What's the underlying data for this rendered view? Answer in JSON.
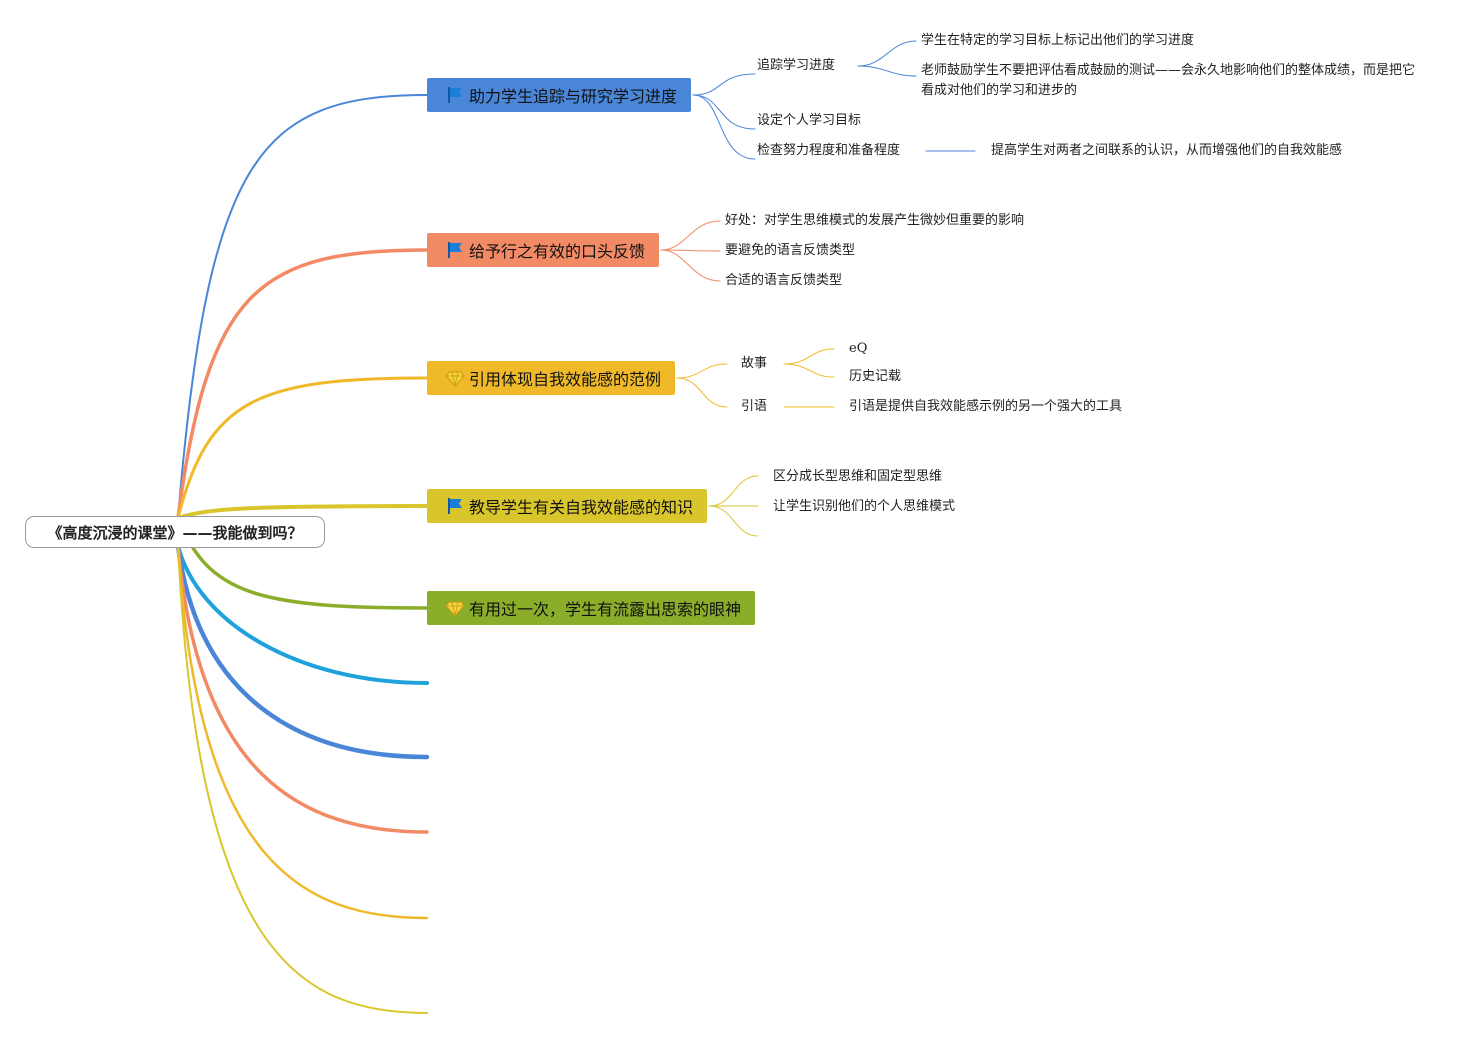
{
  "root": {
    "label": "《高度沉浸的课堂》——我能做到吗？"
  },
  "colors": {
    "blue": "#4a86d8",
    "orange": "#f28a66",
    "yellow": "#f0b92a",
    "olive_yellow": "#d9c52c",
    "green": "#8aad2a",
    "cyan": "#1fa2dc",
    "flag_blue": "#1a7fd8",
    "diamond_yellow": "#f7d13b"
  },
  "branches": [
    {
      "label": "助力学生追踪与研究学习进度",
      "icon": "flag-icon",
      "color": "#4a86d8",
      "children": [
        {
          "label": "追踪学习进度",
          "children": [
            {
              "label": "学生在特定的学习目标上标记出他们的学习进度"
            },
            {
              "label": "老师鼓励学生不要把评估看成鼓励的测试——会永久地影响他们的整体成绩，而是把它看成对他们的学习和进步的"
            }
          ]
        },
        {
          "label": "设定个人学习目标"
        },
        {
          "label": "检查努力程度和准备程度",
          "children": [
            {
              "label": "提高学生对两者之间联系的认识，从而增强他们的自我效能感"
            }
          ]
        }
      ]
    },
    {
      "label": "给予行之有效的口头反馈",
      "icon": "flag-icon",
      "color": "#f28a66",
      "children": [
        {
          "label": "好处：对学生思维模式的发展产生微妙但重要的影响"
        },
        {
          "label": "要避免的语言反馈类型"
        },
        {
          "label": "合适的语言反馈类型"
        }
      ]
    },
    {
      "label": "引用体现自我效能感的范例",
      "icon": "diamond-icon",
      "color": "#f0b92a",
      "children": [
        {
          "label": "故事",
          "children": [
            {
              "label": "eQ"
            },
            {
              "label": "历史记载"
            }
          ]
        },
        {
          "label": "引语",
          "children": [
            {
              "label": "引语是提供自我效能感示例的另一个强大的工具"
            }
          ]
        }
      ]
    },
    {
      "label": "教导学生有关自我效能感的知识",
      "icon": "flag-icon",
      "color": "#d9c52c",
      "children": [
        {
          "label": "区分成长型思维和固定型思维"
        },
        {
          "label": "让学生识别他们的个人思维模式"
        }
      ]
    },
    {
      "label": "有用过一次，学生有流露出思索的眼神",
      "icon": "diamond-icon",
      "color": "#8aad2a",
      "children": []
    }
  ],
  "empty_branch_colors": [
    "#1fa2dc",
    "#4a86d8",
    "#f28a66",
    "#f0b92a",
    "#d9c52c"
  ]
}
